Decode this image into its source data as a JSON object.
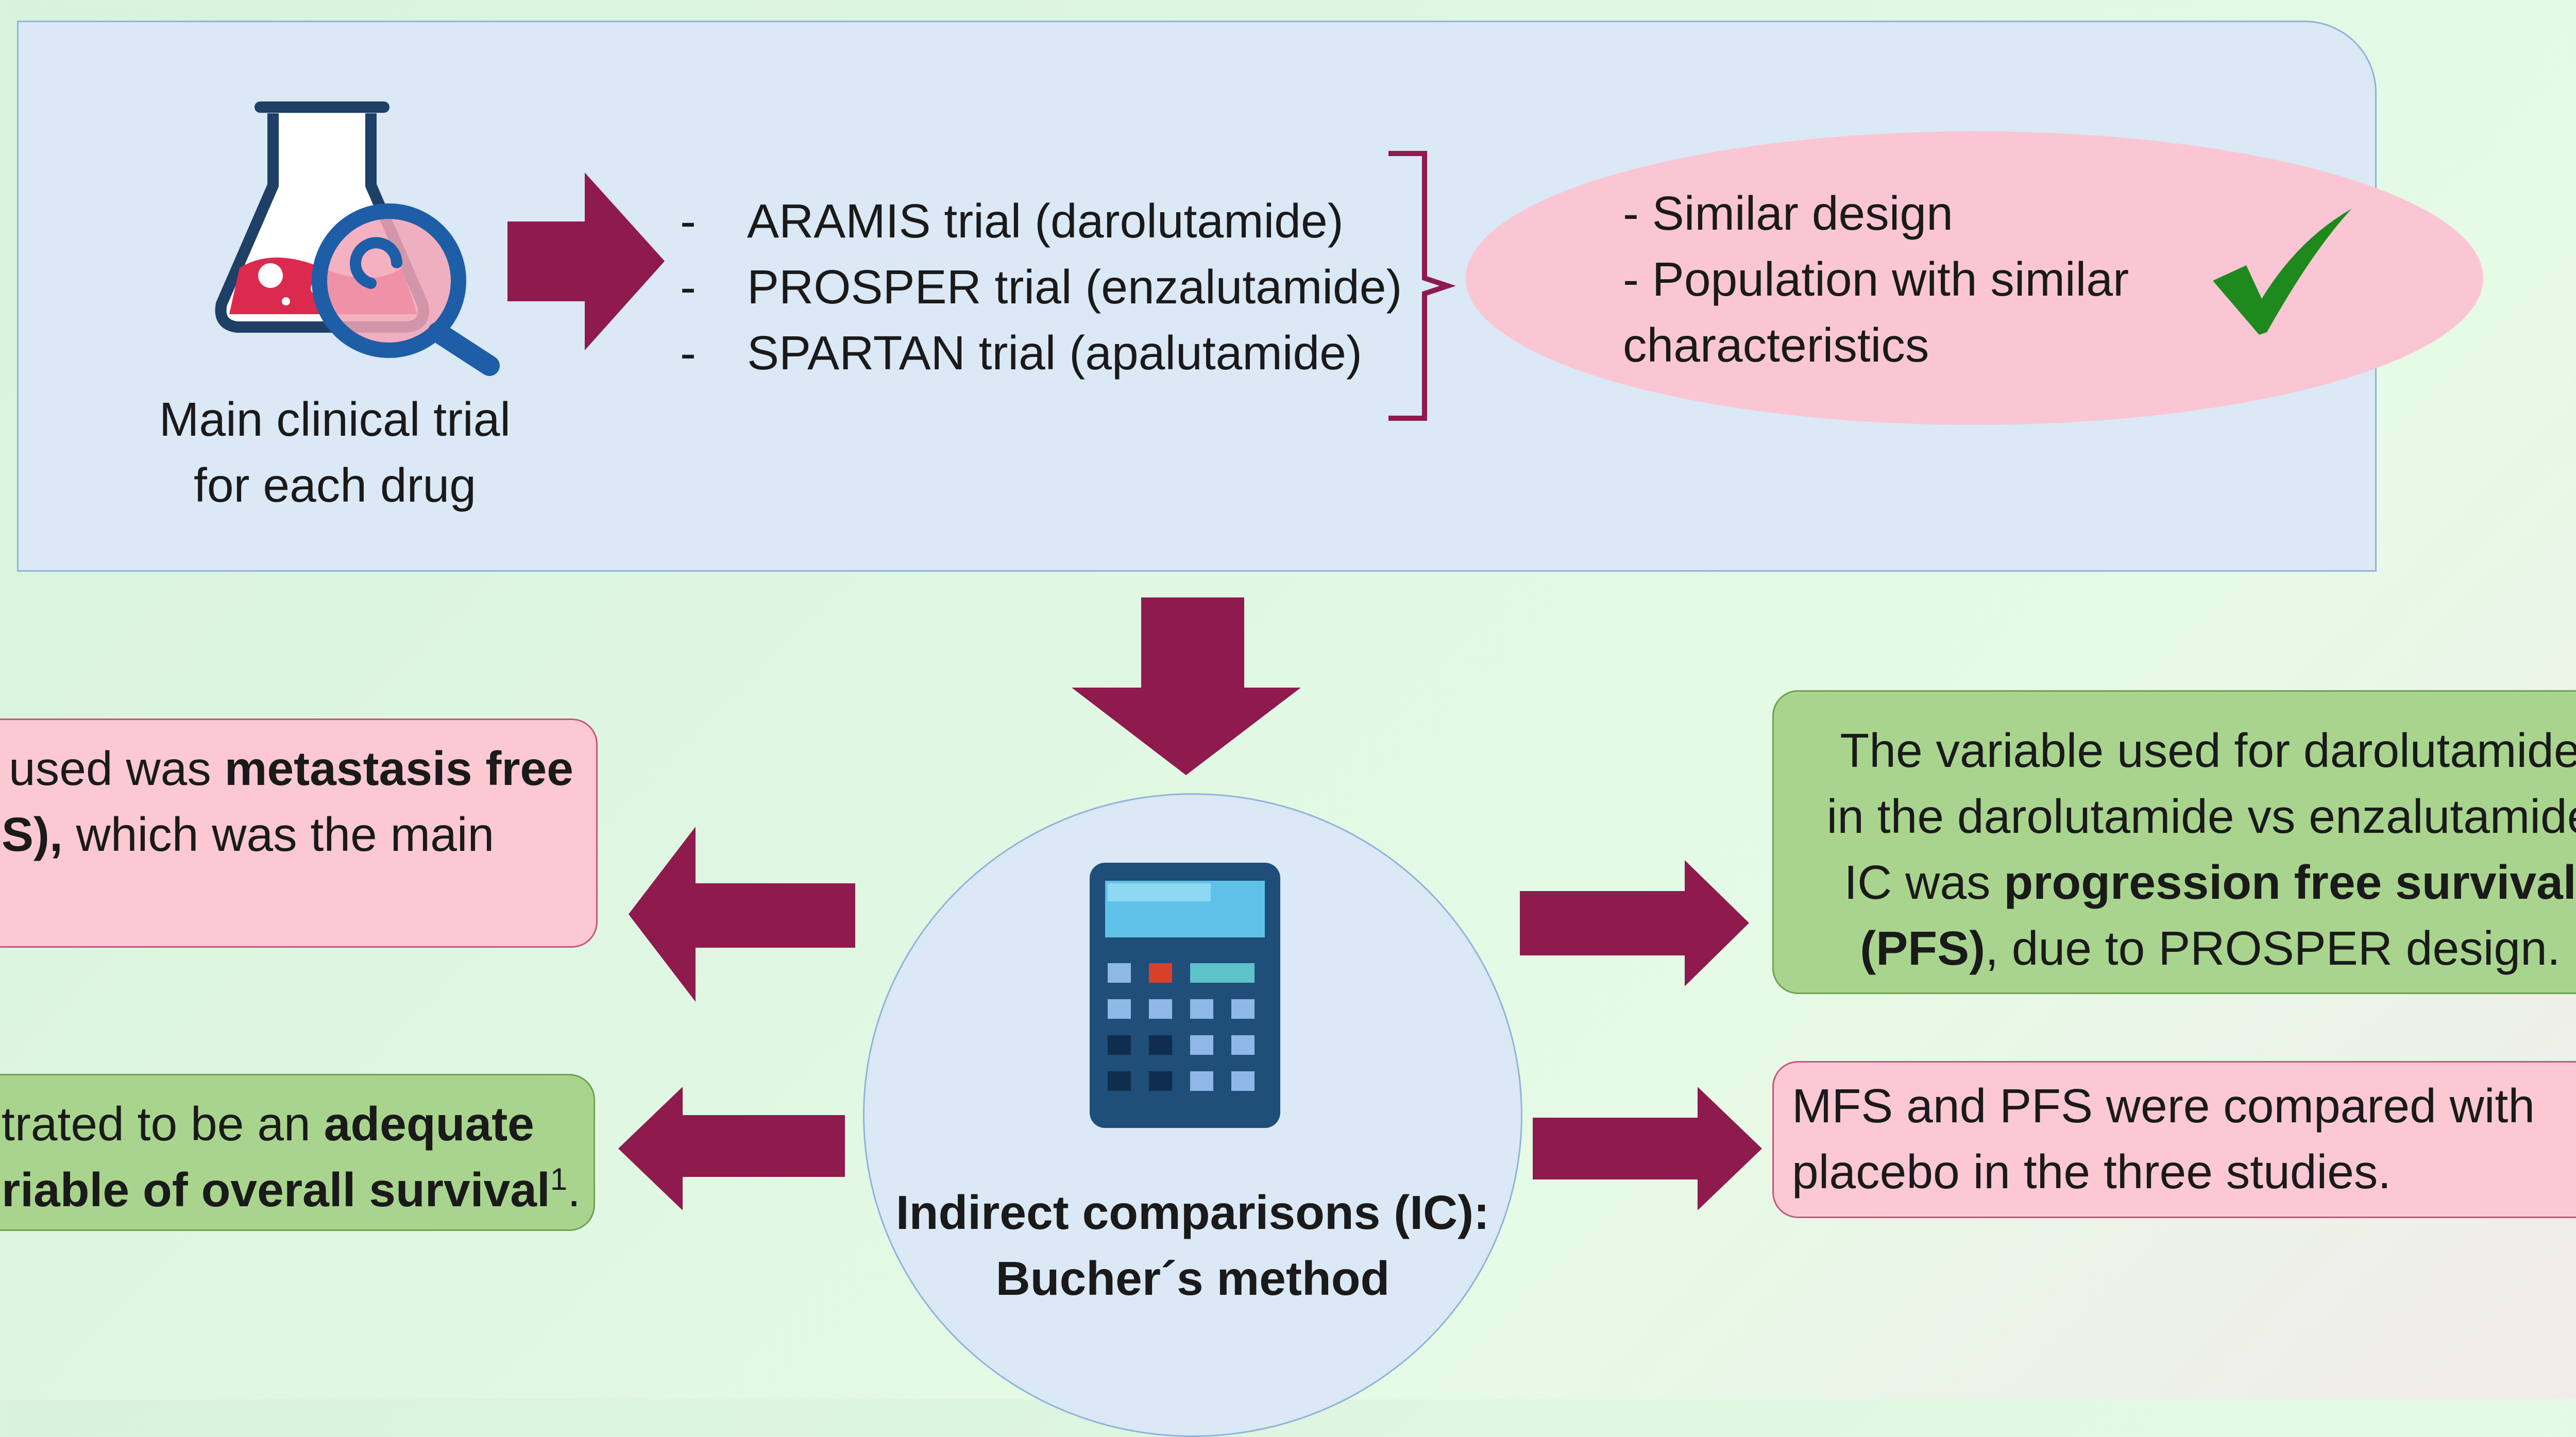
{
  "top_panel": {
    "caption_line1": "Main clinical trial",
    "caption_line2": "for each drug",
    "trials": [
      {
        "dash": "-",
        "label": "ARAMIS trial (darolutamide)"
      },
      {
        "dash": "-",
        "label": "PROSPER trial (enzalutamide)"
      },
      {
        "dash": "-",
        "label": "SPARTAN trial (apalutamide)"
      }
    ],
    "similarity": {
      "line1": "- Similar design",
      "line2": "- Population with similar",
      "line3": "characteristics"
    }
  },
  "center": {
    "line1": "Indirect comparisons (IC):",
    "line2": "Bucher´s method"
  },
  "left_top_box": {
    "pre1": " used was ",
    "bold1": "metastasis free",
    "bold2": "S),",
    "post2": " which was the main"
  },
  "left_bottom_box": {
    "pre1": "trated to be an ",
    "bold1": "adequate",
    "bold2": "riable of overall survival",
    "sup": "1",
    "post2": "."
  },
  "right_top_box": {
    "line1": "The variable used for darolutamide",
    "line2": "in the darolutamide vs enzalutamide",
    "line3_pre": "IC was ",
    "line3_bold": "progression free survival",
    "line4_bold": "(PFS)",
    "line4_post": ", due to PROSPER design."
  },
  "right_bottom_box": {
    "line1": "MFS and PFS were compared with",
    "line2": "placebo in the three studies."
  },
  "colors": {
    "arrow": "#8e1a4e",
    "pink": "#fbc8d4",
    "green": "#a9d48e",
    "panel": "#dbe8f5",
    "check": "#1e8a1e"
  },
  "icons": [
    "flask-magnifier-icon",
    "calculator-icon",
    "checkmark-icon"
  ]
}
